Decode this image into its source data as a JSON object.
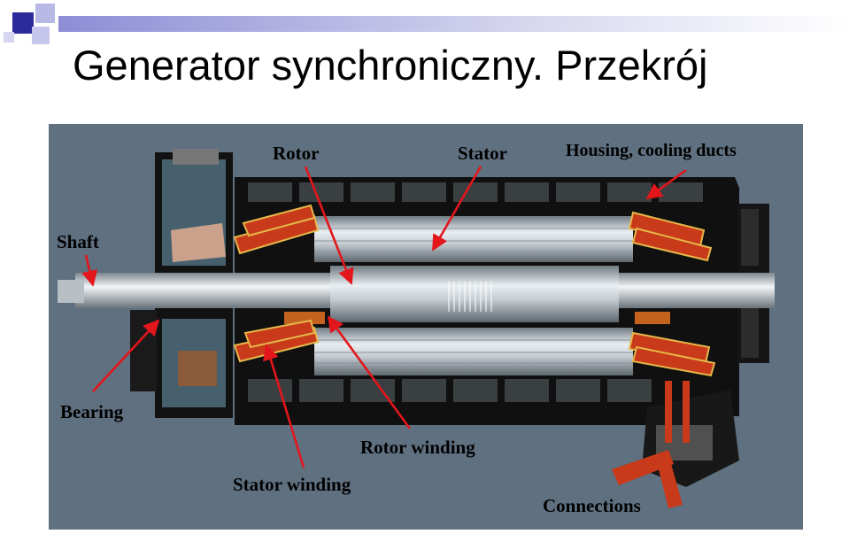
{
  "slide": {
    "title": "Generator synchroniczny. Przekrój"
  },
  "diagram": {
    "labels": {
      "rotor": "Rotor",
      "stator": "Stator",
      "housing": "Housing, cooling ducts",
      "shaft": "Shaft",
      "bearing": "Bearing",
      "rotor_winding": "Rotor winding",
      "stator_winding": "Stator winding",
      "connections": "Connections"
    },
    "rotor_core_marking": "||||||||"
  },
  "colors": {
    "title_bar": "#a9a9df",
    "accent_square": "#2b2b9c",
    "panel_background": "#5f7080",
    "arrow": "#e3161c",
    "winding": "#c83a1a",
    "housing": "#0f0f0f",
    "steel": "#c8d0d6"
  }
}
